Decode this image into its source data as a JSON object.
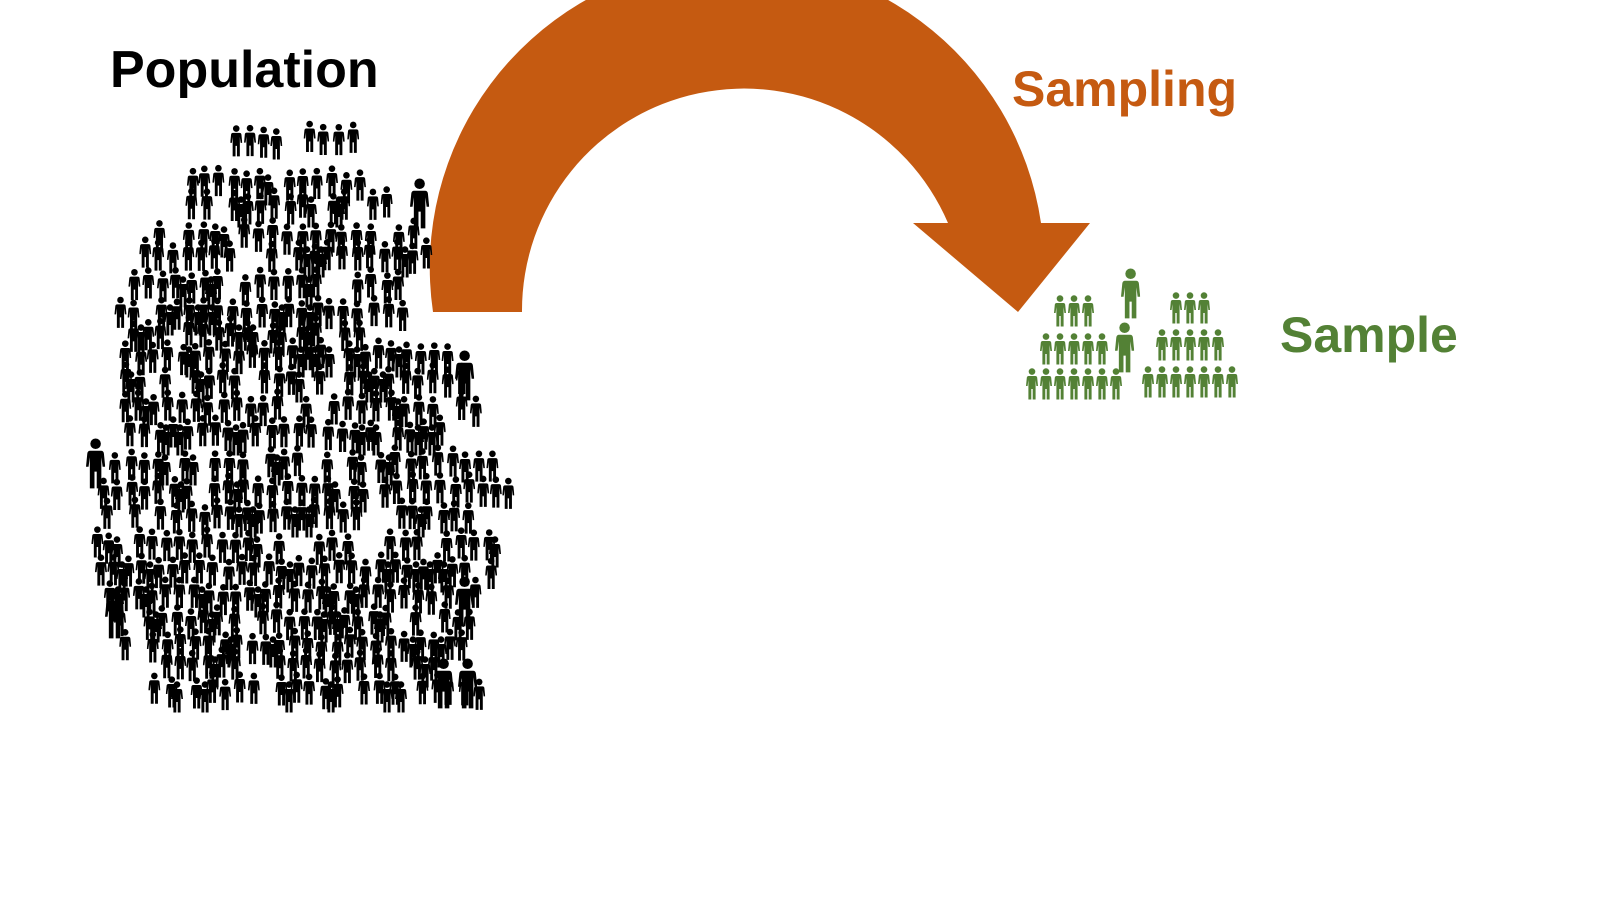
{
  "labels": {
    "population": "Population",
    "sampling": "Sampling",
    "sample": "Sample"
  },
  "colors": {
    "population": "#000000",
    "arrow": "#C55A11",
    "sample": "#538135"
  },
  "icons": {
    "person": "person-icon",
    "arrow": "curved-arrow-icon"
  }
}
